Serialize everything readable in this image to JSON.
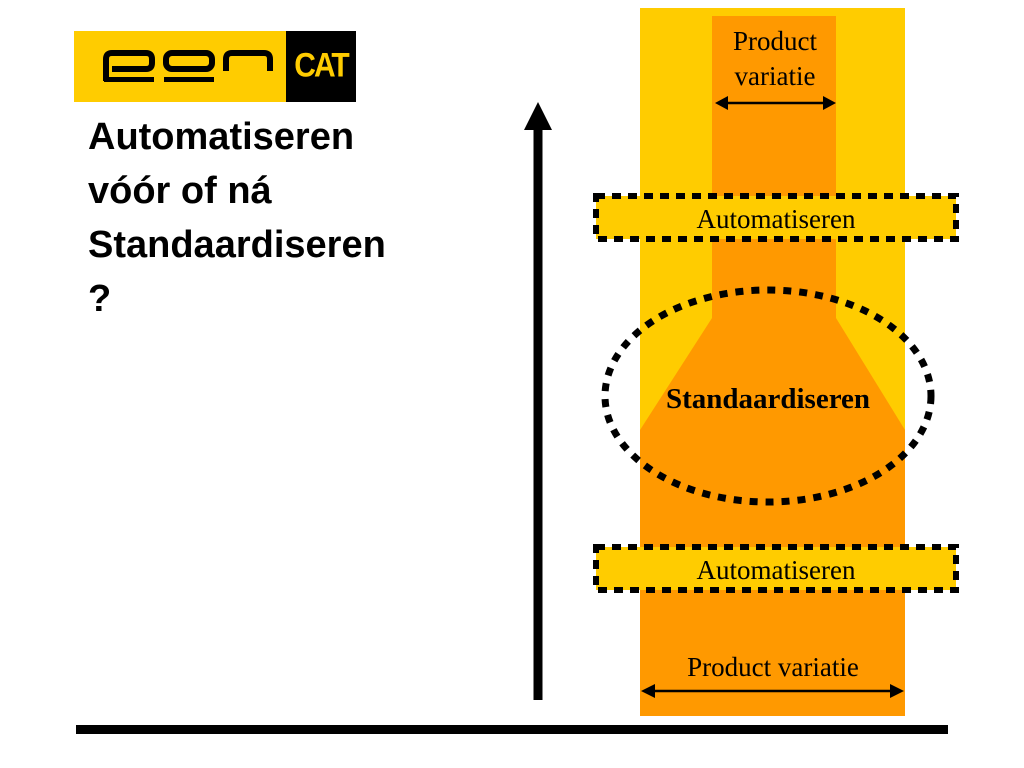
{
  "logo": {
    "brand": "pon",
    "partner": "CAT"
  },
  "title": {
    "line1": "Automatiseren",
    "line2": "vóór of ná",
    "line3": "Standaardiseren",
    "line4": "?"
  },
  "diagram": {
    "top_label_line1": "Product",
    "top_label_line2": "variatie",
    "automate_top": "Automatiseren",
    "standardize": "Standaardiseren",
    "automate_bottom": "Automatiseren",
    "bottom_label": "Product variatie"
  },
  "colors": {
    "yellow": "#FFCC00",
    "orange": "#FF9900",
    "black": "#000000",
    "white": "#FFFFFF"
  }
}
